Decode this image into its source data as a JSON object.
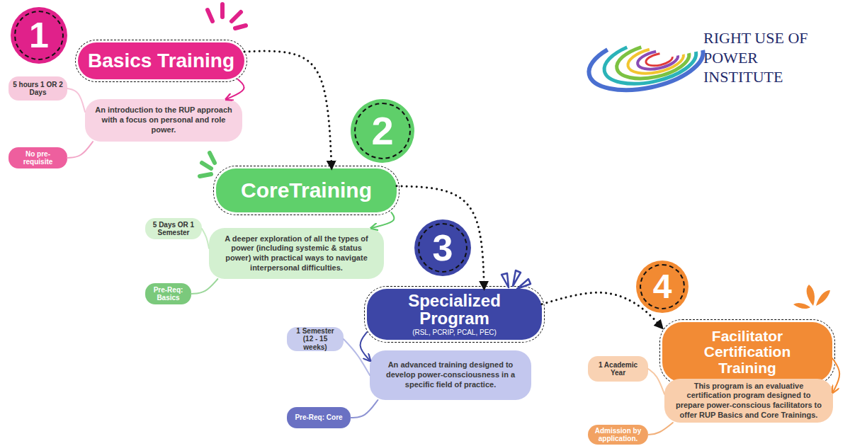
{
  "diagram": {
    "nodes": [
      {
        "text": [
          "1"
        ]
      },
      {
        "text": [
          "Basics Training"
        ]
      },
      {
        "text": [
          "5 hours 1 OR 2 Days"
        ]
      },
      {
        "text": [
          "An introduction to the RUP approach with a focus on personal and role power."
        ]
      },
      {
        "text": [
          "No pre-requisite"
        ]
      },
      {
        "text": [
          "2"
        ]
      },
      {
        "text": [
          "CoreTraining"
        ]
      },
      {
        "text": [
          "5 Days OR 1 Semester"
        ]
      },
      {
        "text": [
          "A deeper exploration of all the types of power (including systemic & status power) with practical ways to navigate interpersonal difficulties."
        ]
      },
      {
        "text": [
          "Pre-Req: Basics"
        ]
      },
      {
        "text": [
          "3"
        ]
      },
      {
        "text": [
          "Specialized Program",
          "(RSL, PCRIP, PCAL, PEC)"
        ]
      },
      {
        "text": [
          "1 Semester (12 - 15 weeks)"
        ]
      },
      {
        "text": [
          "An advanced training designed to develop power-consciousness in a specific field of practice."
        ]
      },
      {
        "text": [
          "Pre-Req: Core"
        ]
      },
      {
        "text": [
          "4"
        ]
      },
      {
        "text": [
          "Facilitator Certification Training"
        ]
      },
      {
        "text": [
          "1 Academic Year"
        ]
      },
      {
        "text": [
          "This program is an evaluative certification program designed to prepare power-conscious facilitators to offer RUP Basics and Core Trainings."
        ]
      },
      {
        "text": [
          "Admission by application."
        ]
      }
    ],
    "edges": [
      {
        "from": 1,
        "to": 6,
        "arrow": "to"
      },
      {
        "from": 6,
        "to": 11,
        "arrow": "to"
      },
      {
        "from": 11,
        "to": 16,
        "arrow": "to"
      },
      {
        "from": 1,
        "to": 3,
        "arrow": "to"
      },
      {
        "from": 2,
        "to": 3,
        "arrow": "none"
      },
      {
        "from": 3,
        "to": 4,
        "arrow": "none"
      },
      {
        "from": 6,
        "to": 8,
        "arrow": "to"
      },
      {
        "from": 7,
        "to": 8,
        "arrow": "none"
      },
      {
        "from": 8,
        "to": 9,
        "arrow": "none"
      },
      {
        "from": 11,
        "to": 13,
        "arrow": "to"
      },
      {
        "from": 12,
        "to": 13,
        "arrow": "none"
      },
      {
        "from": 13,
        "to": 14,
        "arrow": "none"
      },
      {
        "from": 16,
        "to": 18,
        "arrow": "to"
      },
      {
        "from": 17,
        "to": 18,
        "arrow": "none"
      },
      {
        "from": 18,
        "to": 19,
        "arrow": "none"
      }
    ],
    "labels": [
      "RIGHT USE OF POWER INSTITUTE"
    ]
  }
}
